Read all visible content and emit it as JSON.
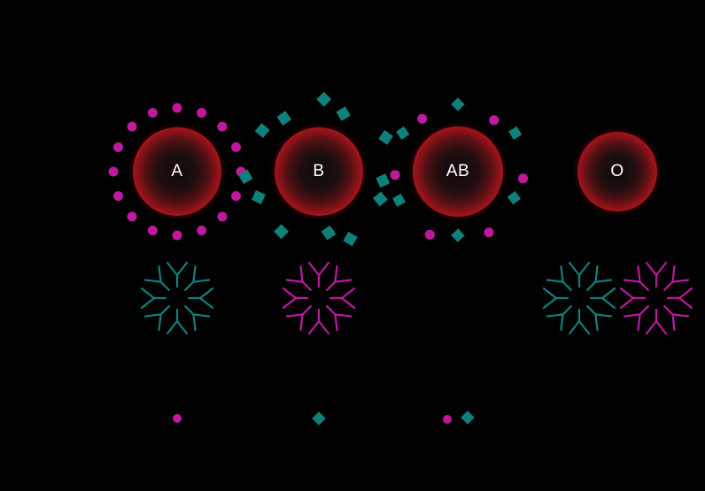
{
  "groups": [
    {
      "label": "A",
      "antigens": [
        "A"
      ],
      "plasma_antibodies": [
        "anti-B"
      ]
    },
    {
      "label": "B",
      "antigens": [
        "B"
      ],
      "plasma_antibodies": [
        "anti-A"
      ]
    },
    {
      "label": "AB",
      "antigens": [
        "A",
        "B"
      ],
      "plasma_antibodies": []
    },
    {
      "label": "O",
      "antigens": [],
      "plasma_antibodies": [
        "anti-B",
        "anti-A"
      ]
    }
  ],
  "icons": {
    "a_antigen": "magenta-circle",
    "b_antigen": "teal-diamond",
    "antibody": "y-shaped-antibody"
  },
  "colors": {
    "background": "#000000",
    "a_antigen": "#c0189e",
    "b_antigen": "#10807c",
    "cell_red": "#ec1c24",
    "cell_label": "#ffffff"
  }
}
